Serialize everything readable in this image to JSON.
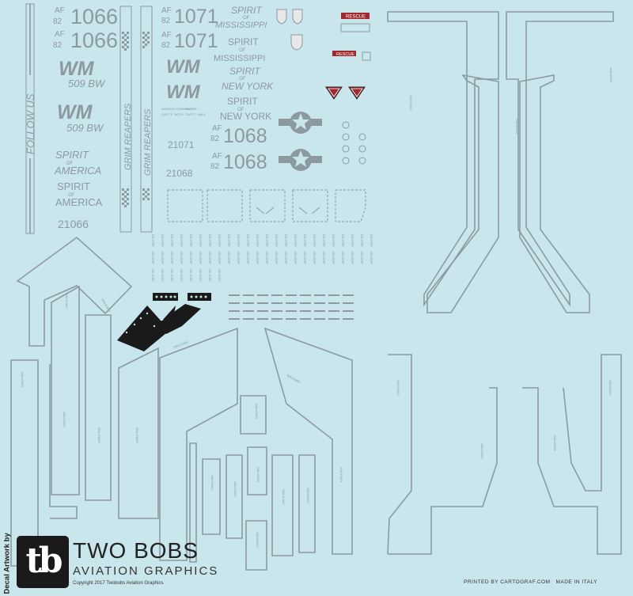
{
  "serials": {
    "tail_1066": "1066",
    "tail_1071": "1071",
    "tail_1068": "1068",
    "af_prefix": "AF",
    "year_82": "82",
    "small_21066": "21066",
    "small_21071": "21071",
    "small_21068": "21068"
  },
  "codes": {
    "wm": "WM",
    "wing": "509 BW",
    "follow_us": "FOLLOW US",
    "grim_reapers": "GRIM REAPERS"
  },
  "names": {
    "spirit": "SPIRIT",
    "of": "OF",
    "mississippi": "MISSISSIPPI",
    "new_york": "NEW YORK",
    "america": "AMERICA"
  },
  "crew": {
    "mission_commander": "MISSION COMMANDER",
    "pilot": "PILOT",
    "capt_name1": "CAPT S. BOTH",
    "capt_name2": "CAPT T. HALE"
  },
  "markings": {
    "rescue": "RESCUE",
    "no_step": "NO STEP",
    "walkway": "WALKWAY"
  },
  "footer": {
    "side_credit": "Decal Artwork by",
    "logo": "tb",
    "brand_name": "TWO BOBS",
    "brand_sub": "AVIATION GRAPHICS",
    "copyright": "Copyright 2017 Twobobs Aviation Graphics",
    "printed_by": "PRINTED BY CARTOGRAF.COM",
    "made_in": "MADE IN ITALY"
  },
  "colors": {
    "sheet": "#c9e6ec",
    "marking_gray": "#8c9aa0",
    "rescue_red": "#a0282e",
    "black": "#1a1a1a"
  }
}
